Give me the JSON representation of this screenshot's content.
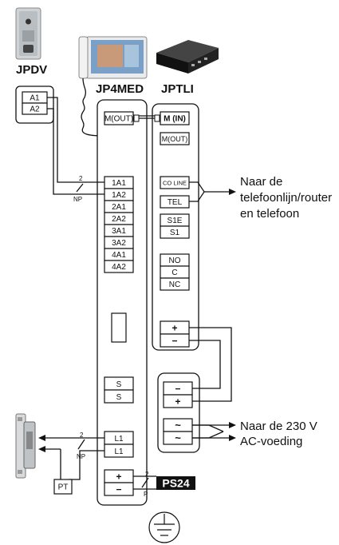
{
  "devices": {
    "door_station": "JPDV",
    "monitor": "JP4MED",
    "telephone_adaptor": "JPTLI",
    "power_supply": "PS24"
  },
  "door_station_terminals": [
    "A1",
    "A2"
  ],
  "monitor_terminals": {
    "m_out": "M(OUT)",
    "door_pairs": [
      "1A1",
      "1A2",
      "2A1",
      "2A2",
      "3A1",
      "3A2",
      "4A1",
      "4A2"
    ],
    "s_pair": [
      "S",
      "S"
    ],
    "l_pair": [
      "L1",
      "L1"
    ],
    "power_pair": [
      "+",
      "−"
    ]
  },
  "adaptor_terminals": {
    "m_in": "M (IN)",
    "m_out": "M(OUT)",
    "co_line": "CO LINE",
    "tel": "TEL",
    "s_pair": [
      "S1E",
      "S1"
    ],
    "relay": [
      "NO",
      "C",
      "NC"
    ],
    "power_pair": [
      "+",
      "−"
    ]
  },
  "psu_terminals": {
    "dc_out": [
      "−",
      "+"
    ],
    "ac_in": [
      "~",
      "~"
    ]
  },
  "wire_labels": {
    "count": "2",
    "non_polar": "NP",
    "polar": "P"
  },
  "lock_transformer": "PT",
  "notes": {
    "phone": [
      "Naar de",
      "telefoonlijn/router",
      "en telefoon"
    ],
    "mains": [
      "Naar de 230 V",
      "AC-voeding"
    ]
  }
}
